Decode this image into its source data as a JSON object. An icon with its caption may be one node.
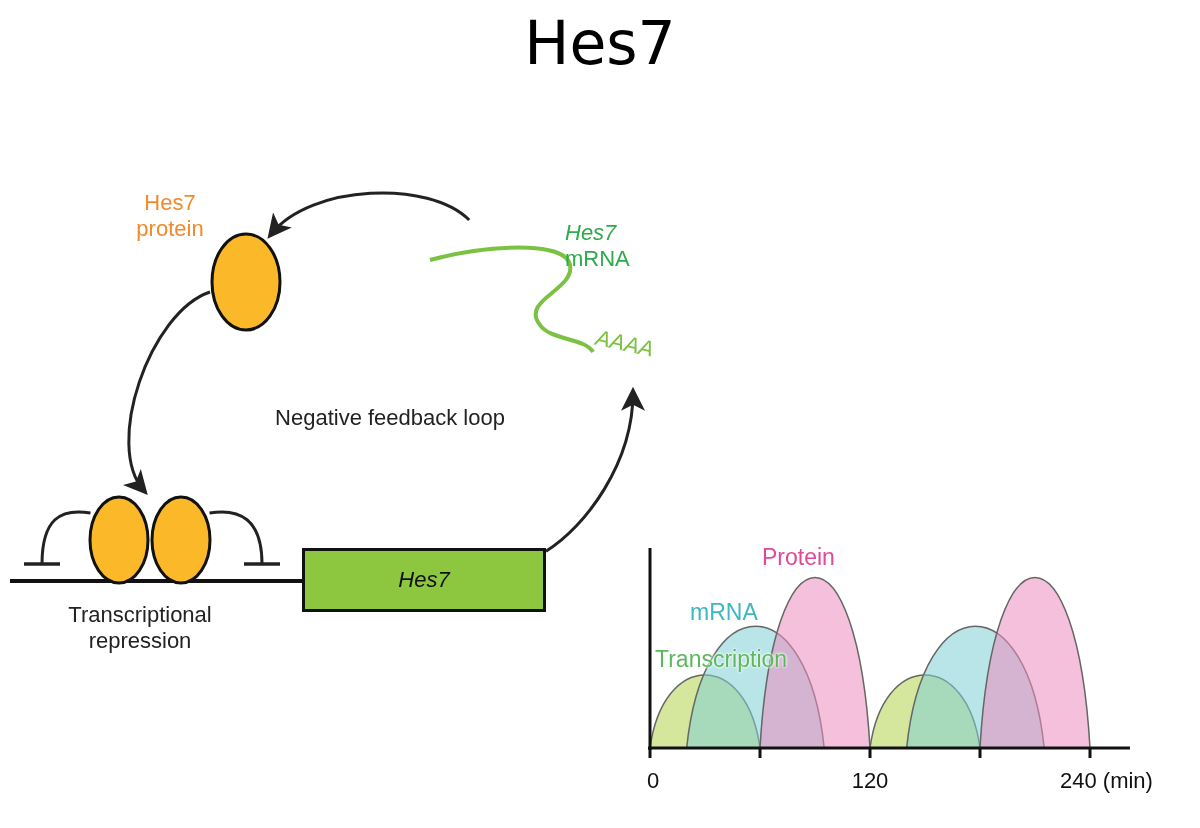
{
  "diagram": {
    "title": "Hes7",
    "nodes": [
      {
        "text": [],
        "shape": "ellipse",
        "beside": [
          "Hes7 protein"
        ]
      },
      {
        "text": [
          "*Hes7* mRNA",
          "AAAA"
        ]
      },
      {
        "text": [],
        "shape": "ellipse",
        "beside": [
          "Transcriptional repression"
        ]
      },
      {
        "text": [
          "Hes7"
        ]
      }
    ],
    "edges": [
      {
        "from": 1,
        "to": 0,
        "arrow": "to"
      },
      {
        "from": 0,
        "to": 2,
        "arrow": "to"
      },
      {
        "from": 3,
        "to": 1,
        "arrow": "to"
      },
      {
        "from": 2,
        "to": null,
        "arrow": "other"
      },
      {
        "from": 2,
        "to": null,
        "arrow": "other"
      }
    ],
    "labels": [
      "Negative feedback loop",
      "Protein",
      "mRNA",
      "Transcription",
      "0",
      "120",
      "240 (min)"
    ]
  }
}
